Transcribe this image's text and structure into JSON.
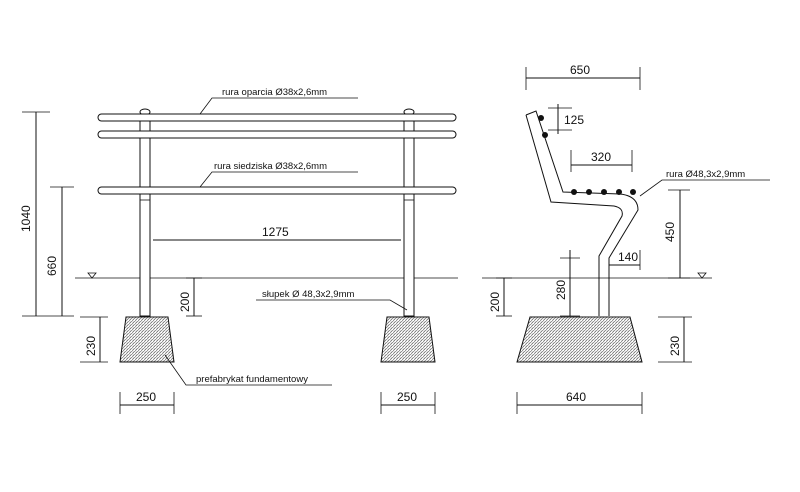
{
  "front_view": {
    "label_backrest_pipe": "rura oparcia  Ø38x2,6mm",
    "label_seat_pipe": "rura siedziska Ø38x2,6mm",
    "label_post": "słupek Ø 48,3x2,9mm",
    "label_foundation": "prefabrykat fundamentowy",
    "dim_overall_height": "1040",
    "dim_seat_height": "660",
    "dim_span": "1275",
    "dim_embed": "200",
    "dim_foundation_height": "230",
    "dim_foundation_width_left": "250",
    "dim_foundation_width_right": "250"
  },
  "side_view": {
    "dim_top_width": "650",
    "dim_backrest_gap": "125",
    "dim_seat_width": "320",
    "label_pipe": "rura Ø48,3x2,9mm",
    "dim_seat_height": "450",
    "dim_offset": "140",
    "dim_base_height": "280",
    "dim_embed": "200",
    "dim_foundation_height": "230",
    "dim_foundation_width": "640"
  }
}
